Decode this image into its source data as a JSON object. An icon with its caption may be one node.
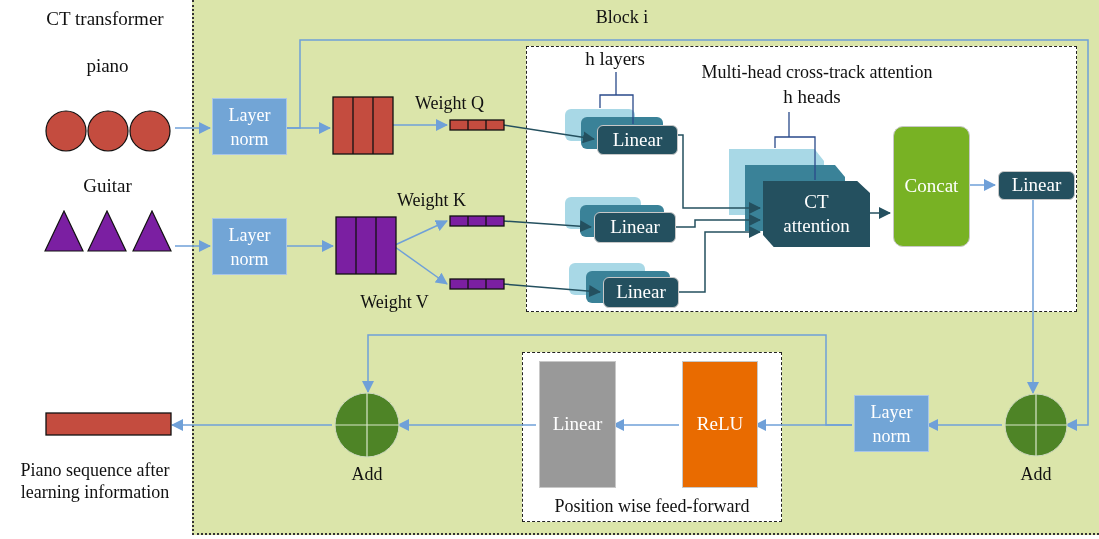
{
  "diagram": {
    "nodes": [
      {
        "text": [
          "Block i"
        ]
      },
      {
        "text": [
          "piano"
        ]
      },
      {
        "text": [
          "Guitar"
        ]
      },
      {
        "text": [
          "Layer norm"
        ],
        "in": 0
      },
      {
        "text": [
          "Layer norm"
        ],
        "in": 0
      },
      {
        "text": [],
        "shape": "box",
        "in": 0
      },
      {
        "text": [],
        "shape": "box",
        "in": 0
      },
      {
        "text": [],
        "shape": "bar",
        "in": 0,
        "beside": [
          "Weight Q"
        ]
      },
      {
        "text": [],
        "shape": "bar",
        "in": 0,
        "beside": [
          "Weight K"
        ]
      },
      {
        "text": [],
        "shape": "bar",
        "in": 0,
        "beside": [
          "Weight V"
        ]
      },
      {
        "text": [
          "Multi-head cross-track attention"
        ],
        "in": 0
      },
      {
        "text": [
          "Linear"
        ],
        "in": 10
      },
      {
        "text": [
          "Linear"
        ],
        "in": 10
      },
      {
        "text": [
          "Linear"
        ],
        "in": 10
      },
      {
        "text": [
          "CT attention"
        ],
        "in": 10
      },
      {
        "text": [
          "Concat"
        ],
        "in": 10
      },
      {
        "text": [
          "Linear"
        ],
        "in": 10
      },
      {
        "text": [],
        "shape": "circle",
        "in": 0,
        "beside": [
          "Add"
        ]
      },
      {
        "text": [
          "Layer norm"
        ],
        "in": 0
      },
      {
        "text": [
          "Position wise feed-forward"
        ],
        "in": 0
      },
      {
        "text": [
          "ReLU"
        ],
        "in": 19
      },
      {
        "text": [
          "Linear"
        ],
        "in": 19
      },
      {
        "text": [],
        "shape": "circle",
        "in": 0,
        "beside": [
          "Add"
        ]
      },
      {
        "text": [],
        "shape": "bar",
        "beside": [
          "Piano sequence after learning information"
        ]
      }
    ],
    "edges": [
      {
        "from": 1,
        "to": 3,
        "arrow": "to"
      },
      {
        "from": 2,
        "to": 4,
        "arrow": "to"
      },
      {
        "from": 3,
        "to": 5,
        "arrow": "to"
      },
      {
        "from": 5,
        "to": 7,
        "arrow": "to"
      },
      {
        "from": 4,
        "to": 6,
        "arrow": "to"
      },
      {
        "from": 6,
        "to": 8,
        "arrow": "to"
      },
      {
        "from": 6,
        "to": 9,
        "arrow": "to"
      },
      {
        "from": 7,
        "to": 11,
        "arrow": "to",
        "color": "#24505f"
      },
      {
        "from": 8,
        "to": 12,
        "arrow": "to",
        "color": "#24505f"
      },
      {
        "from": 9,
        "to": 13,
        "arrow": "to",
        "color": "#24505f"
      },
      {
        "from": 11,
        "to": 14,
        "arrow": "to",
        "color": "#24505f"
      },
      {
        "from": 12,
        "to": 14,
        "arrow": "to",
        "color": "#24505f"
      },
      {
        "from": 13,
        "to": 14,
        "arrow": "to",
        "color": "#24505f"
      },
      {
        "from": 14,
        "to": 15,
        "arrow": "to",
        "color": "#24505f"
      },
      {
        "from": 15,
        "to": 16,
        "arrow": "to"
      },
      {
        "from": 16,
        "to": 17,
        "arrow": "to"
      },
      {
        "from": 3,
        "to": 17,
        "arrow": "to"
      },
      {
        "from": 17,
        "to": 18,
        "arrow": "to"
      },
      {
        "from": 18,
        "to": 20,
        "arrow": "to"
      },
      {
        "from": 18,
        "to": 22,
        "arrow": "to"
      },
      {
        "from": 20,
        "to": 21,
        "arrow": "to"
      },
      {
        "from": 21,
        "to": 22,
        "arrow": "to"
      },
      {
        "from": 22,
        "to": 23,
        "arrow": "to"
      }
    ],
    "labels": [
      "CT transformer",
      "h layers",
      "h heads"
    ]
  }
}
